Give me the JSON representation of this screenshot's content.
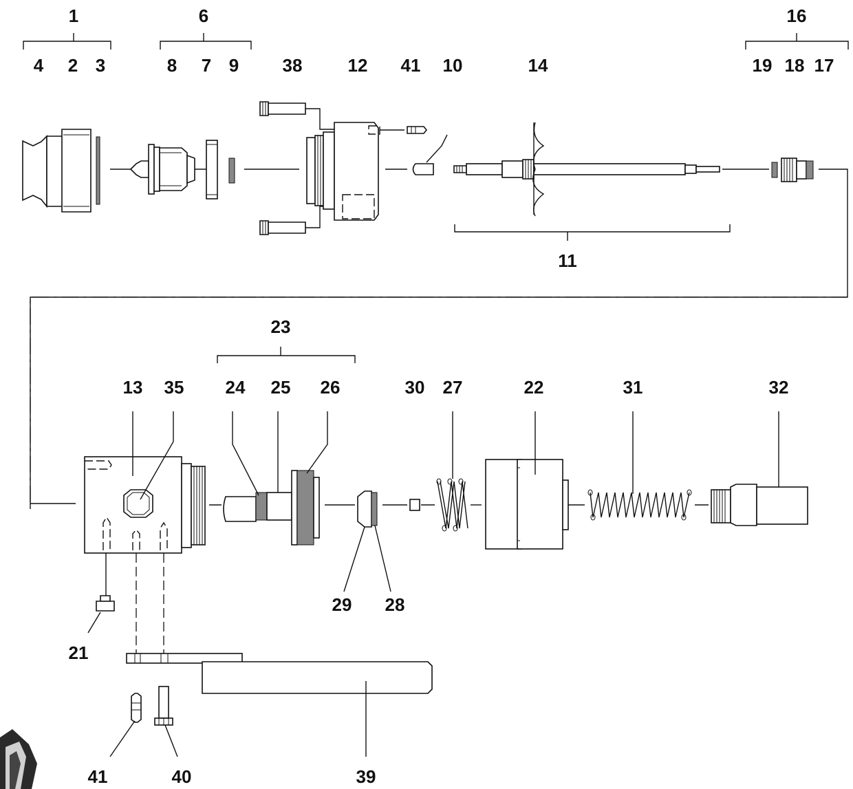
{
  "diagram": {
    "labels": {
      "l1": "1",
      "l2": "2",
      "l3": "3",
      "l4": "4",
      "l6": "6",
      "l7": "7",
      "l8": "8",
      "l9": "9",
      "l10": "10",
      "l11": "11",
      "l12": "12",
      "l13": "13",
      "l14": "14",
      "l16": "16",
      "l17": "17",
      "l18": "18",
      "l19": "19",
      "l21": "21",
      "l22": "22",
      "l23": "23",
      "l24": "24",
      "l25": "25",
      "l26": "26",
      "l27": "27",
      "l28": "28",
      "l29": "29",
      "l30": "30",
      "l31": "31",
      "l32": "32",
      "l35": "35",
      "l38": "38",
      "l39": "39",
      "l40": "40",
      "l41a": "41",
      "l41b": "41"
    }
  }
}
